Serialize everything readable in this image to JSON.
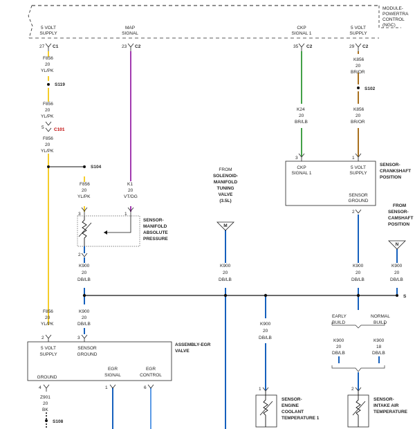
{
  "pcm": {
    "title_line1": "MODULE-",
    "title_line2": "POWERTRA",
    "title_line3": "CONTROL",
    "title_line4": "(NGC)",
    "pins": [
      {
        "name_line1": "5 VOLT",
        "name_line2": "SUPPLY",
        "pin": "27",
        "connector": "C1"
      },
      {
        "name_line1": "MAP",
        "name_line2": "SIGNAL",
        "pin": "23",
        "connector": "C2"
      },
      {
        "name_line1": "CKP",
        "name_line2": "SIGNAL 1",
        "pin": "35",
        "connector": "C2"
      },
      {
        "name_line1": "5 VOLT",
        "name_line2": "SUPPLY",
        "pin": "29",
        "connector": "C2"
      }
    ]
  },
  "wires": {
    "f856_a": {
      "circuit": "F856",
      "gauge": "20",
      "color": "YL/PK"
    },
    "f856_b": {
      "circuit": "F856",
      "gauge": "20",
      "color": "YL/PK"
    },
    "f856_c": {
      "circuit": "F856",
      "gauge": "20",
      "color": "YL/PK"
    },
    "f856_map": {
      "circuit": "F856",
      "gauge": "20",
      "color": "YL/PK"
    },
    "f856_egr": {
      "circuit": "F856",
      "gauge": "20",
      "color": "YL/PK"
    },
    "k1": {
      "circuit": "K1",
      "gauge": "20",
      "color": "VT/DG"
    },
    "k24_a": {
      "circuit": "K24",
      "gauge": "20",
      "color": "BR/LB"
    },
    "k856_a": {
      "circuit": "K856",
      "gauge": "20",
      "color": "BR/OR"
    },
    "k856_b": {
      "circuit": "K856",
      "gauge": "20",
      "color": "BR/OR"
    },
    "k900_map_top": {
      "circuit": "K900",
      "gauge": "20",
      "color": "DB/LB"
    },
    "k900_map_low": {
      "circuit": "K900",
      "gauge": "20",
      "color": "DB/LB"
    },
    "k900_sol": {
      "circuit": "K900",
      "gauge": "20",
      "color": "DB/LB"
    },
    "k900_ckp": {
      "circuit": "K900",
      "gauge": "20",
      "color": "DB/LB"
    },
    "k900_cmp": {
      "circuit": "K900",
      "gauge": "20",
      "color": "DB/LB"
    },
    "k900_ect": {
      "circuit": "K900",
      "gauge": "20",
      "color": "DB/LB"
    },
    "k900_early": {
      "circuit": "K900",
      "gauge": "20",
      "color": "DB/LB"
    },
    "k900_normal": {
      "circuit": "K900",
      "gauge": "18",
      "color": "DB/LB"
    },
    "z901": {
      "circuit": "Z901",
      "gauge": "20",
      "color": "BK"
    }
  },
  "splices": {
    "s119": "S119",
    "s104": "S104",
    "s102": "S102",
    "s108": "S108"
  },
  "connectors": {
    "c101": {
      "pin": "5",
      "name": "C101"
    }
  },
  "components": {
    "ckp_sensor": {
      "label_line1": "SENSOR-",
      "label_line2": "CRANKSHAFT",
      "label_line3": "POSITION",
      "pin_signal_name_line1": "CKP",
      "pin_signal_name_line2": "SIGNAL 1",
      "pin_supply_name_line1": "5 VOLT",
      "pin_supply_name_line2": "SUPPLY",
      "ground_name_line1": "SENSOR",
      "ground_name_line2": "GROUND",
      "pin_signal": "3",
      "pin_supply": "1",
      "pin_ground": "2"
    },
    "map_sensor": {
      "label_line1": "SENSOR-",
      "label_line2": "MANIFOLD",
      "label_line3": "ABSOLUTE",
      "label_line4": "PRESSURE",
      "pin_supply": "3",
      "pin_signal": "1",
      "pin_ground": "2"
    },
    "solenoid": {
      "label_line1": "FROM",
      "label_line2": "SOLENOID-",
      "label_line3": "MANIFOLD",
      "label_line4": "TUNING",
      "label_line5": "VALVE",
      "label_line6": "(3.5L)",
      "connector": "M"
    },
    "cmp": {
      "label_line1": "FROM",
      "label_line2": "SENSOR-",
      "label_line3": "CAMSHAFT",
      "label_line4": "POSITION",
      "connector": "N"
    },
    "egr": {
      "label_line1": "ASSEMBLY-EGR",
      "label_line2": "VALVE",
      "supply_line1": "5 VOLT",
      "supply_line2": "SUPPLY",
      "sensor_ground_line1": "SENSOR",
      "sensor_ground_line2": "GROUND",
      "ground": "GROUND",
      "egr_signal_line1": "EGR",
      "egr_signal_line2": "SIGNAL",
      "egr_control_line1": "EGR",
      "egr_control_line2": "CONTROL",
      "pin_supply": "2",
      "pin_sensor_ground": "3",
      "pin_ground": "4",
      "pin_signal": "1",
      "pin_control": "6"
    },
    "ect": {
      "label_line1": "SENSOR-",
      "label_line2": "ENGINE",
      "label_line3": "COOLANT",
      "label_line4": "TEMPERATURE 1",
      "pin": "1"
    },
    "iat": {
      "label_line1": "SENSOR-",
      "label_line2": "INTAKE AIR",
      "label_line3": "TEMPERATURE",
      "pin": "2"
    }
  },
  "build": {
    "early_line1": "EARLY",
    "early_line2": "BUILD",
    "normal_line1": "NORMAL",
    "normal_line2": "BUILD"
  },
  "offpage": {
    "label": "S"
  },
  "colors": {
    "yellow": "#f5cd2a",
    "violet": "#a23ab0",
    "green": "#43a047",
    "brown": "#a8701e",
    "blue": "#1560bd",
    "lightblue": "#5b9be6",
    "black": "#111111"
  }
}
